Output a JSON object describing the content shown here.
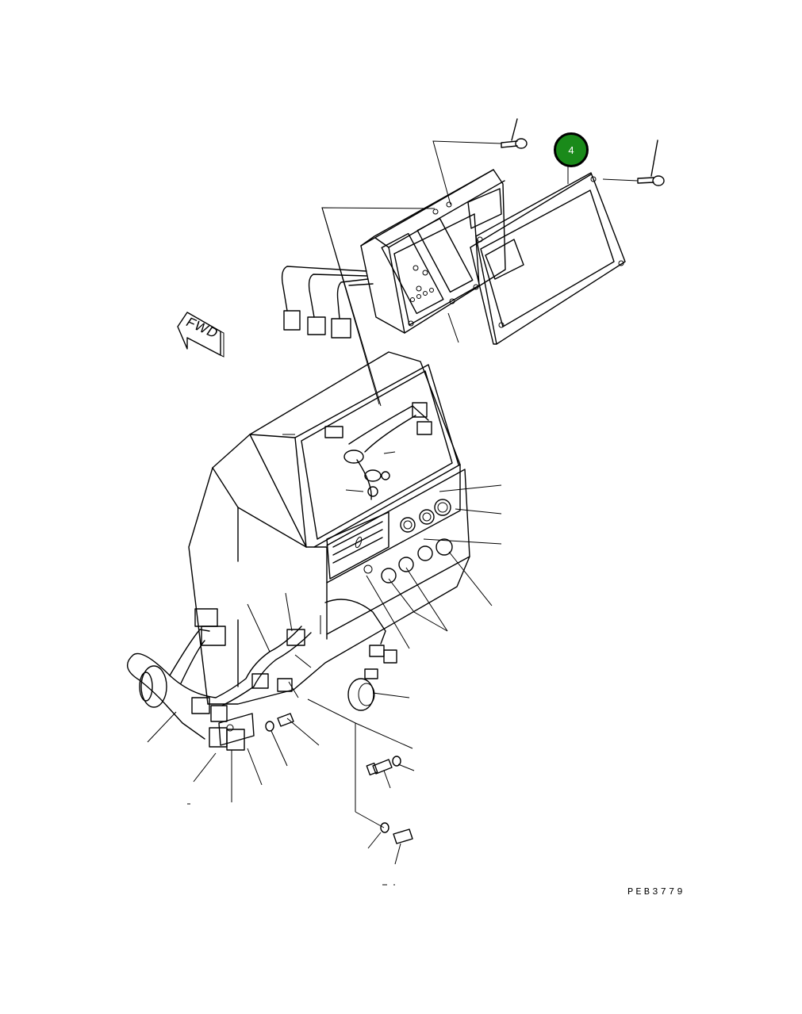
{
  "diagram": {
    "drawing_code": "PEB3779",
    "direction_label": "FWD",
    "callouts": [
      {
        "number": "4",
        "color": "#1a8a1a"
      }
    ]
  }
}
